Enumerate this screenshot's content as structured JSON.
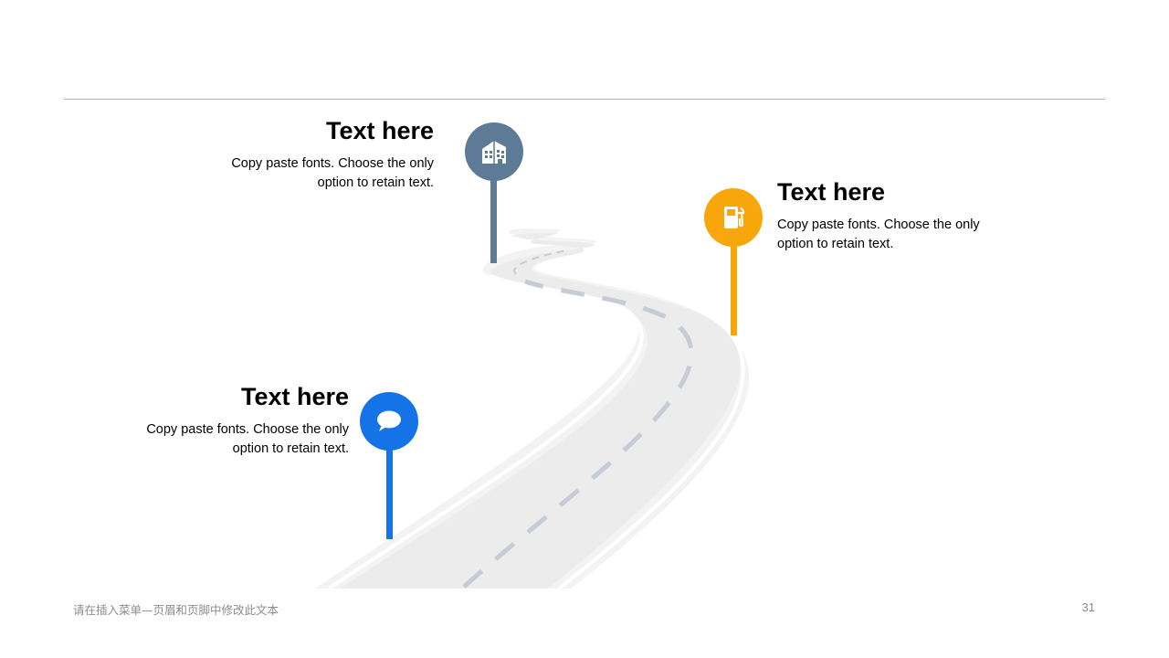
{
  "milestones": [
    {
      "title": "Text here",
      "body": "Copy paste fonts. Choose the only option to retain text.",
      "icon": "building-icon",
      "color": "#5d7b96"
    },
    {
      "title": "Text here",
      "body": "Copy paste fonts. Choose the only option to retain text.",
      "icon": "fuel-pump-icon",
      "color": "#f7a70a"
    },
    {
      "title": "Text here",
      "body": "Copy paste fonts. Choose the only option to retain text.",
      "icon": "chat-bubble-icon",
      "color": "#1473e6"
    }
  ],
  "footer": {
    "text": "请在插入菜单—页眉和页脚中修改此文本",
    "page_number": "31"
  },
  "colors": {
    "road": "#efefef",
    "road_edge": "#f4f4f4",
    "lane_marking": "#c5ccd6",
    "rule": "#b3b3b3"
  }
}
